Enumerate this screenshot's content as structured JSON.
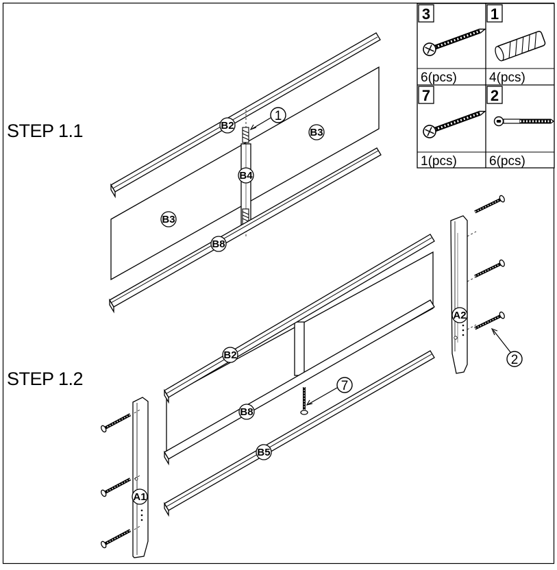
{
  "steps": [
    {
      "title": "STEP 1.1"
    },
    {
      "title": "STEP 1.2"
    }
  ],
  "part_labels": {
    "b2_top": "B2",
    "b3_right": "B3",
    "b4": "B4",
    "b3_left": "B3",
    "b8_top": "B8",
    "a2": "A2",
    "b2_bottom": "B2",
    "b8_bottom": "B8",
    "b5": "B5",
    "a1": "A1"
  },
  "callouts": {
    "step1_1_dowel": "1",
    "step1_2_bolt": "2",
    "step1_2_screw": "7"
  },
  "hardware": [
    {
      "id": "3",
      "qty": "6(pcs)",
      "icon": "screw-icon"
    },
    {
      "id": "1",
      "qty": "4(pcs)",
      "icon": "dowel-icon"
    },
    {
      "id": "7",
      "qty": "1(pcs)",
      "icon": "screw-icon"
    },
    {
      "id": "2",
      "qty": "6(pcs)",
      "icon": "bolt-icon"
    }
  ]
}
